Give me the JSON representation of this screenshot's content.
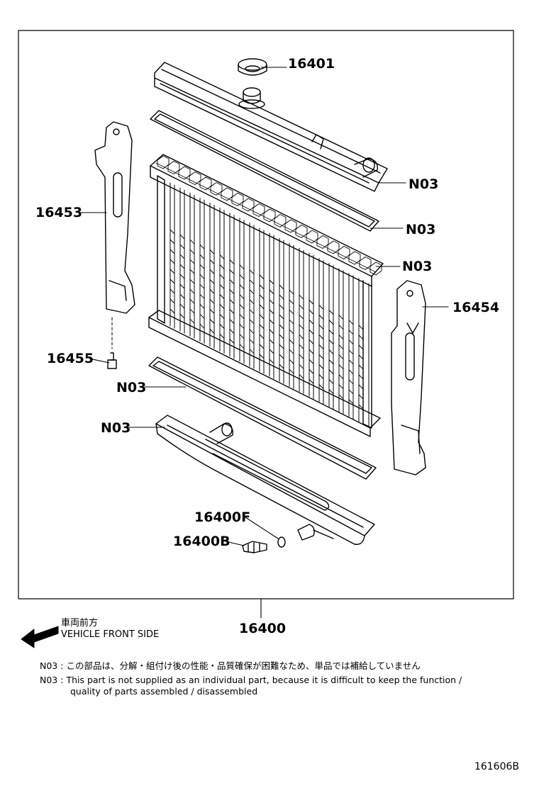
{
  "labels": {
    "p16401": "16401",
    "p16453": "16453",
    "p16454": "16454",
    "p16455": "16455",
    "n03_a": "N03",
    "n03_b": "N03",
    "n03_c": "N03",
    "n03_d": "N03",
    "n03_e": "N03",
    "p16400F": "16400F",
    "p16400B": "16400B",
    "p16400": "16400"
  },
  "front": {
    "jp": "車両前方",
    "en": "VEHICLE FRONT SIDE"
  },
  "notes": {
    "jp_code": "N03 :",
    "jp_text": "この部品は、分解・組付け後の性能・品質確保が困難なため、単品では補給していません",
    "en_code": "N03 :",
    "en_line1": "This part is not supplied as an individual part, because it is difficult to keep the function /",
    "en_line2": "quality of parts assembled / disassembled"
  },
  "diagram_code": "161606B"
}
